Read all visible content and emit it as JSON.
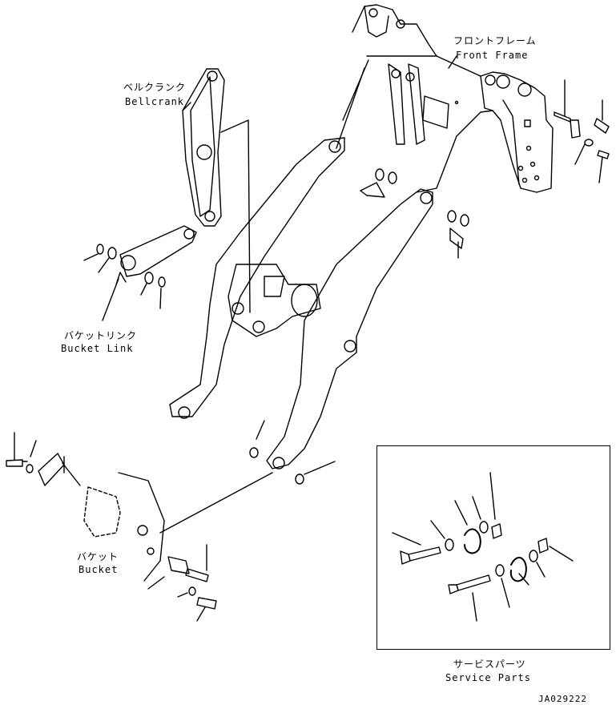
{
  "labels": {
    "front_frame_jp": "フロントフレーム",
    "front_frame_en": "Front Frame",
    "bellcrank_jp": "ベルクランク",
    "bellcrank_en": "Bellcrank",
    "bucket_link_jp": "バケットリンク",
    "bucket_link_en": "Bucket Link",
    "bucket_jp": "バケット",
    "bucket_en": "Bucket",
    "service_parts_jp": "サービスパーツ",
    "service_parts_en": "Service Parts",
    "drawing_number": "JA029222"
  },
  "colors": {
    "line": "#000000",
    "paper": "#ffffff"
  }
}
